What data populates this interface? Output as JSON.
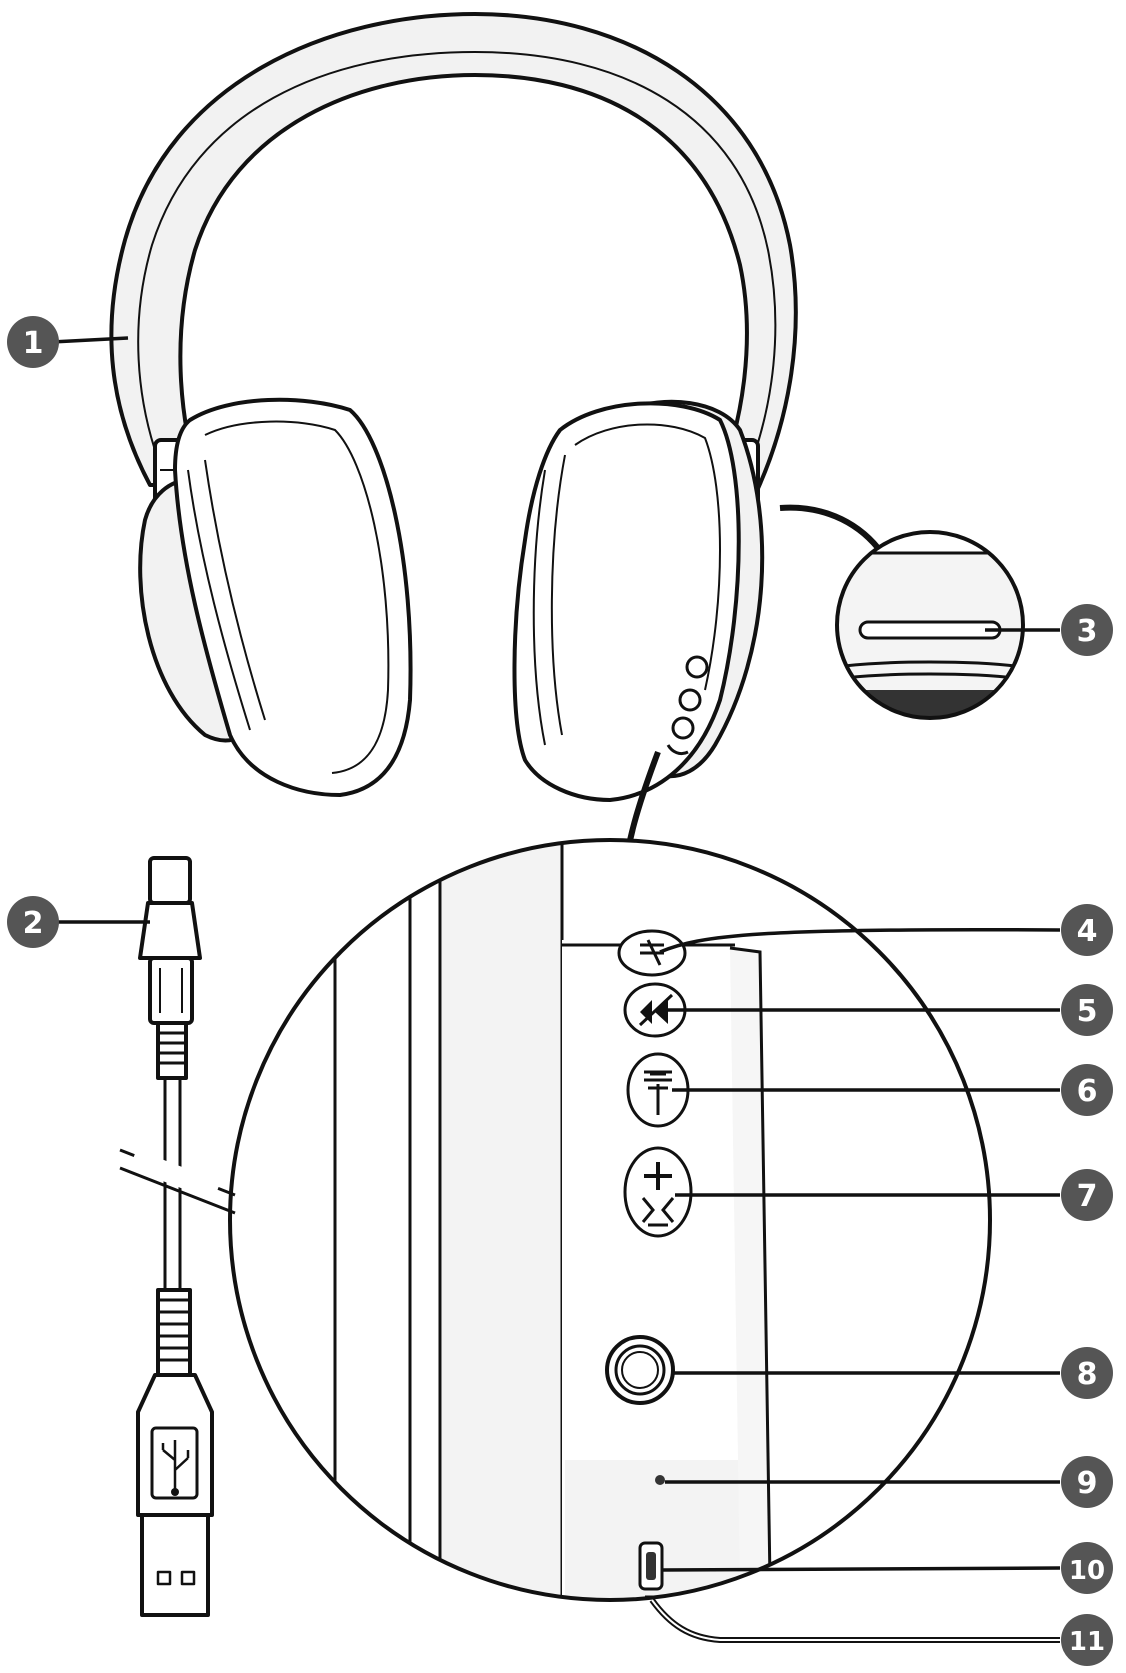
{
  "diagram": {
    "colors": {
      "line": "#111111",
      "fill": "#ffffff",
      "shade": "#f2f2f2",
      "badge": "#555555",
      "badge_text": "#ffffff"
    },
    "callouts": [
      {
        "id": "1",
        "label": "1"
      },
      {
        "id": "2",
        "label": "2"
      },
      {
        "id": "3",
        "label": "3"
      },
      {
        "id": "4",
        "label": "4"
      },
      {
        "id": "5",
        "label": "5"
      },
      {
        "id": "6",
        "label": "6"
      },
      {
        "id": "7",
        "label": "7"
      },
      {
        "id": "8",
        "label": "8"
      },
      {
        "id": "9",
        "label": "9"
      },
      {
        "id": "10",
        "label": "10"
      },
      {
        "id": "11",
        "label": "11"
      }
    ],
    "parts": [
      {
        "callout": "1",
        "icon": "headband-icon"
      },
      {
        "callout": "2",
        "icon": "usb-cable-icon"
      },
      {
        "callout": "3",
        "icon": "microphone-slot-icon"
      },
      {
        "callout": "4",
        "icon": "mute-button-icon"
      },
      {
        "callout": "5",
        "icon": "previous-track-button-icon"
      },
      {
        "callout": "6",
        "icon": "volume-down-button-icon"
      },
      {
        "callout": "7",
        "icon": "volume-up-button-icon"
      },
      {
        "callout": "8",
        "icon": "audio-jack-icon"
      },
      {
        "callout": "9",
        "icon": "led-indicator-icon"
      },
      {
        "callout": "10",
        "icon": "usb-c-port-icon"
      },
      {
        "callout": "11",
        "icon": "charging-indicator-icon"
      }
    ]
  }
}
